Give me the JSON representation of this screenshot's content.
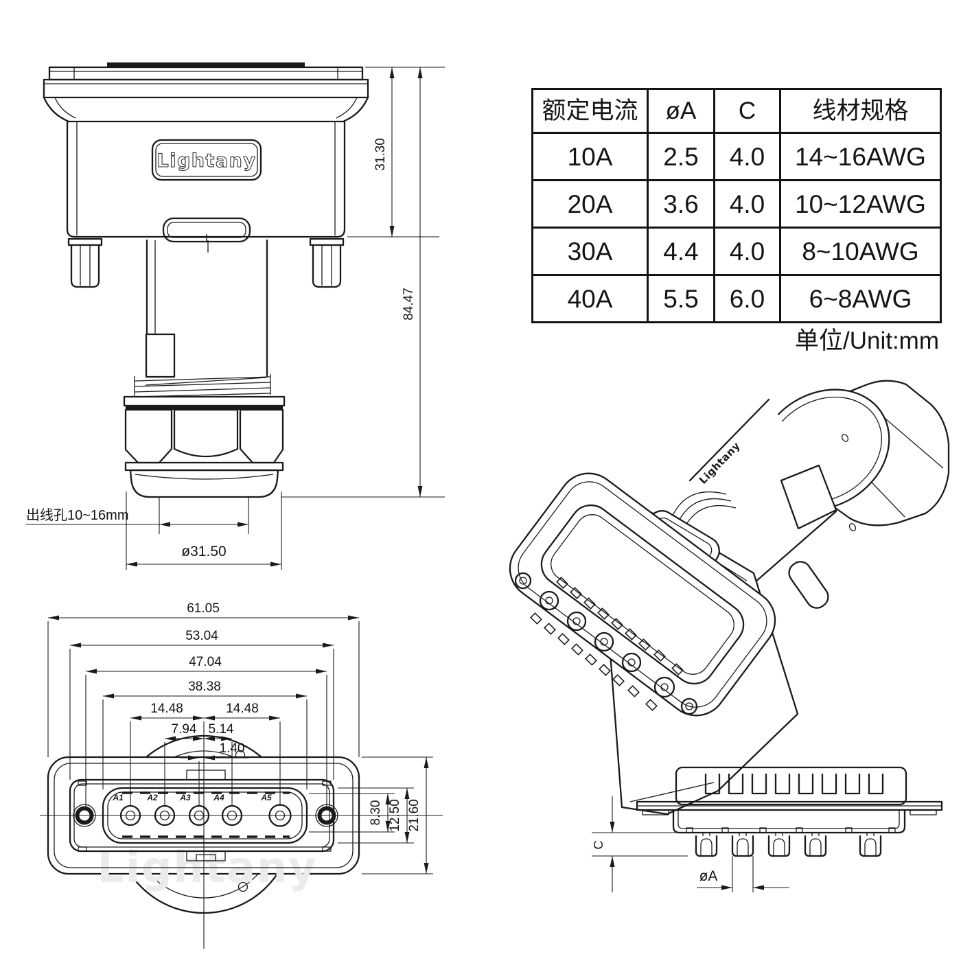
{
  "table": {
    "headers": [
      "额定电流",
      "øA",
      "C",
      "线材规格"
    ],
    "rows": [
      [
        "10A",
        "2.5",
        "4.0",
        "14~16AWG"
      ],
      [
        "20A",
        "3.6",
        "4.0",
        "10~12AWG"
      ],
      [
        "30A",
        "4.4",
        "4.0",
        "8~10AWG"
      ],
      [
        "40A",
        "5.5",
        "6.0",
        "6~8AWG"
      ]
    ],
    "unit_note": "单位/Unit:mm"
  },
  "side_view": {
    "logo": "Lightany",
    "dim_body_height": "31.30",
    "dim_total_height": "84.47",
    "cable_hole_label": "出线孔10~16mm",
    "dim_gland_dia": "ø31.50"
  },
  "front_view": {
    "watermark": "Lightany",
    "pins": [
      "A1",
      "A2",
      "A3",
      "A4",
      "A5"
    ],
    "dims": {
      "overall_width": "61.05",
      "shell_width": "53.04",
      "hole_span": "47.04",
      "insert_width": "38.38",
      "left_span": "14.48",
      "right_span": "14.48",
      "a2_offset": "7.94",
      "a4_offset": "5.14",
      "a3_offset": "1.40",
      "pin_zone_height": "8.30",
      "insert_height": "12.50",
      "body_height": "21.60"
    }
  },
  "detail_view": {
    "dim_c": "C",
    "dim_a": "øA"
  },
  "iso_view": {
    "logo": "Lightany"
  }
}
